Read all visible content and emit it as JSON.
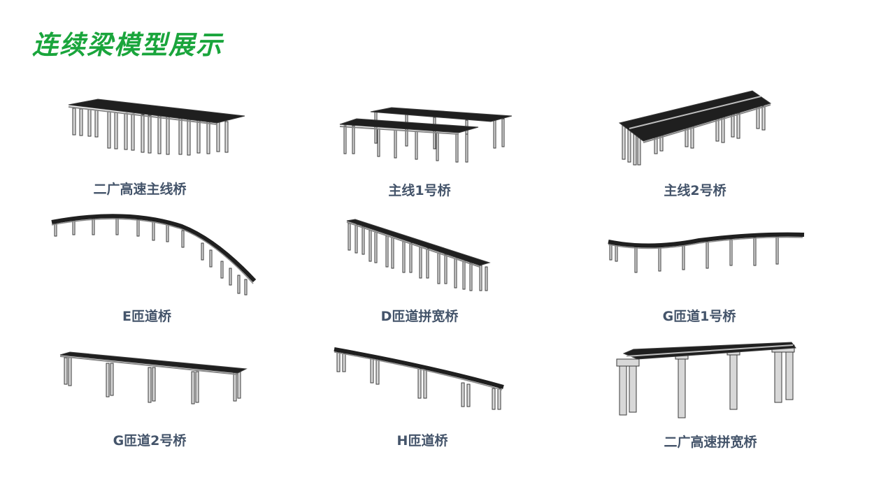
{
  "title": "连续梁模型展示",
  "colors": {
    "title": "#1aa53c",
    "caption": "#44546a",
    "deck": "#1f1f1f",
    "pier": "#d8d8d8",
    "outline": "#3a3a3a"
  },
  "bridges": [
    {
      "id": "b1",
      "label": "二广高速主线桥",
      "style": "plain"
    },
    {
      "id": "b2",
      "label": "主线1号桥",
      "style": "twin"
    },
    {
      "id": "b3",
      "label": "主线2号桥",
      "style": "wide"
    },
    {
      "id": "b4",
      "label": "E匝道桥",
      "style": "curve-down"
    },
    {
      "id": "b5",
      "label": "D匝道拼宽桥",
      "style": "slope"
    },
    {
      "id": "b6",
      "label": "G匝道1号桥",
      "style": "wave"
    },
    {
      "id": "b7",
      "label": "G匝道2号桥",
      "style": "straight"
    },
    {
      "id": "b8",
      "label": "H匝道桥",
      "style": "descend"
    },
    {
      "id": "b9",
      "label": "二广高速拼宽桥",
      "style": "tall"
    }
  ]
}
